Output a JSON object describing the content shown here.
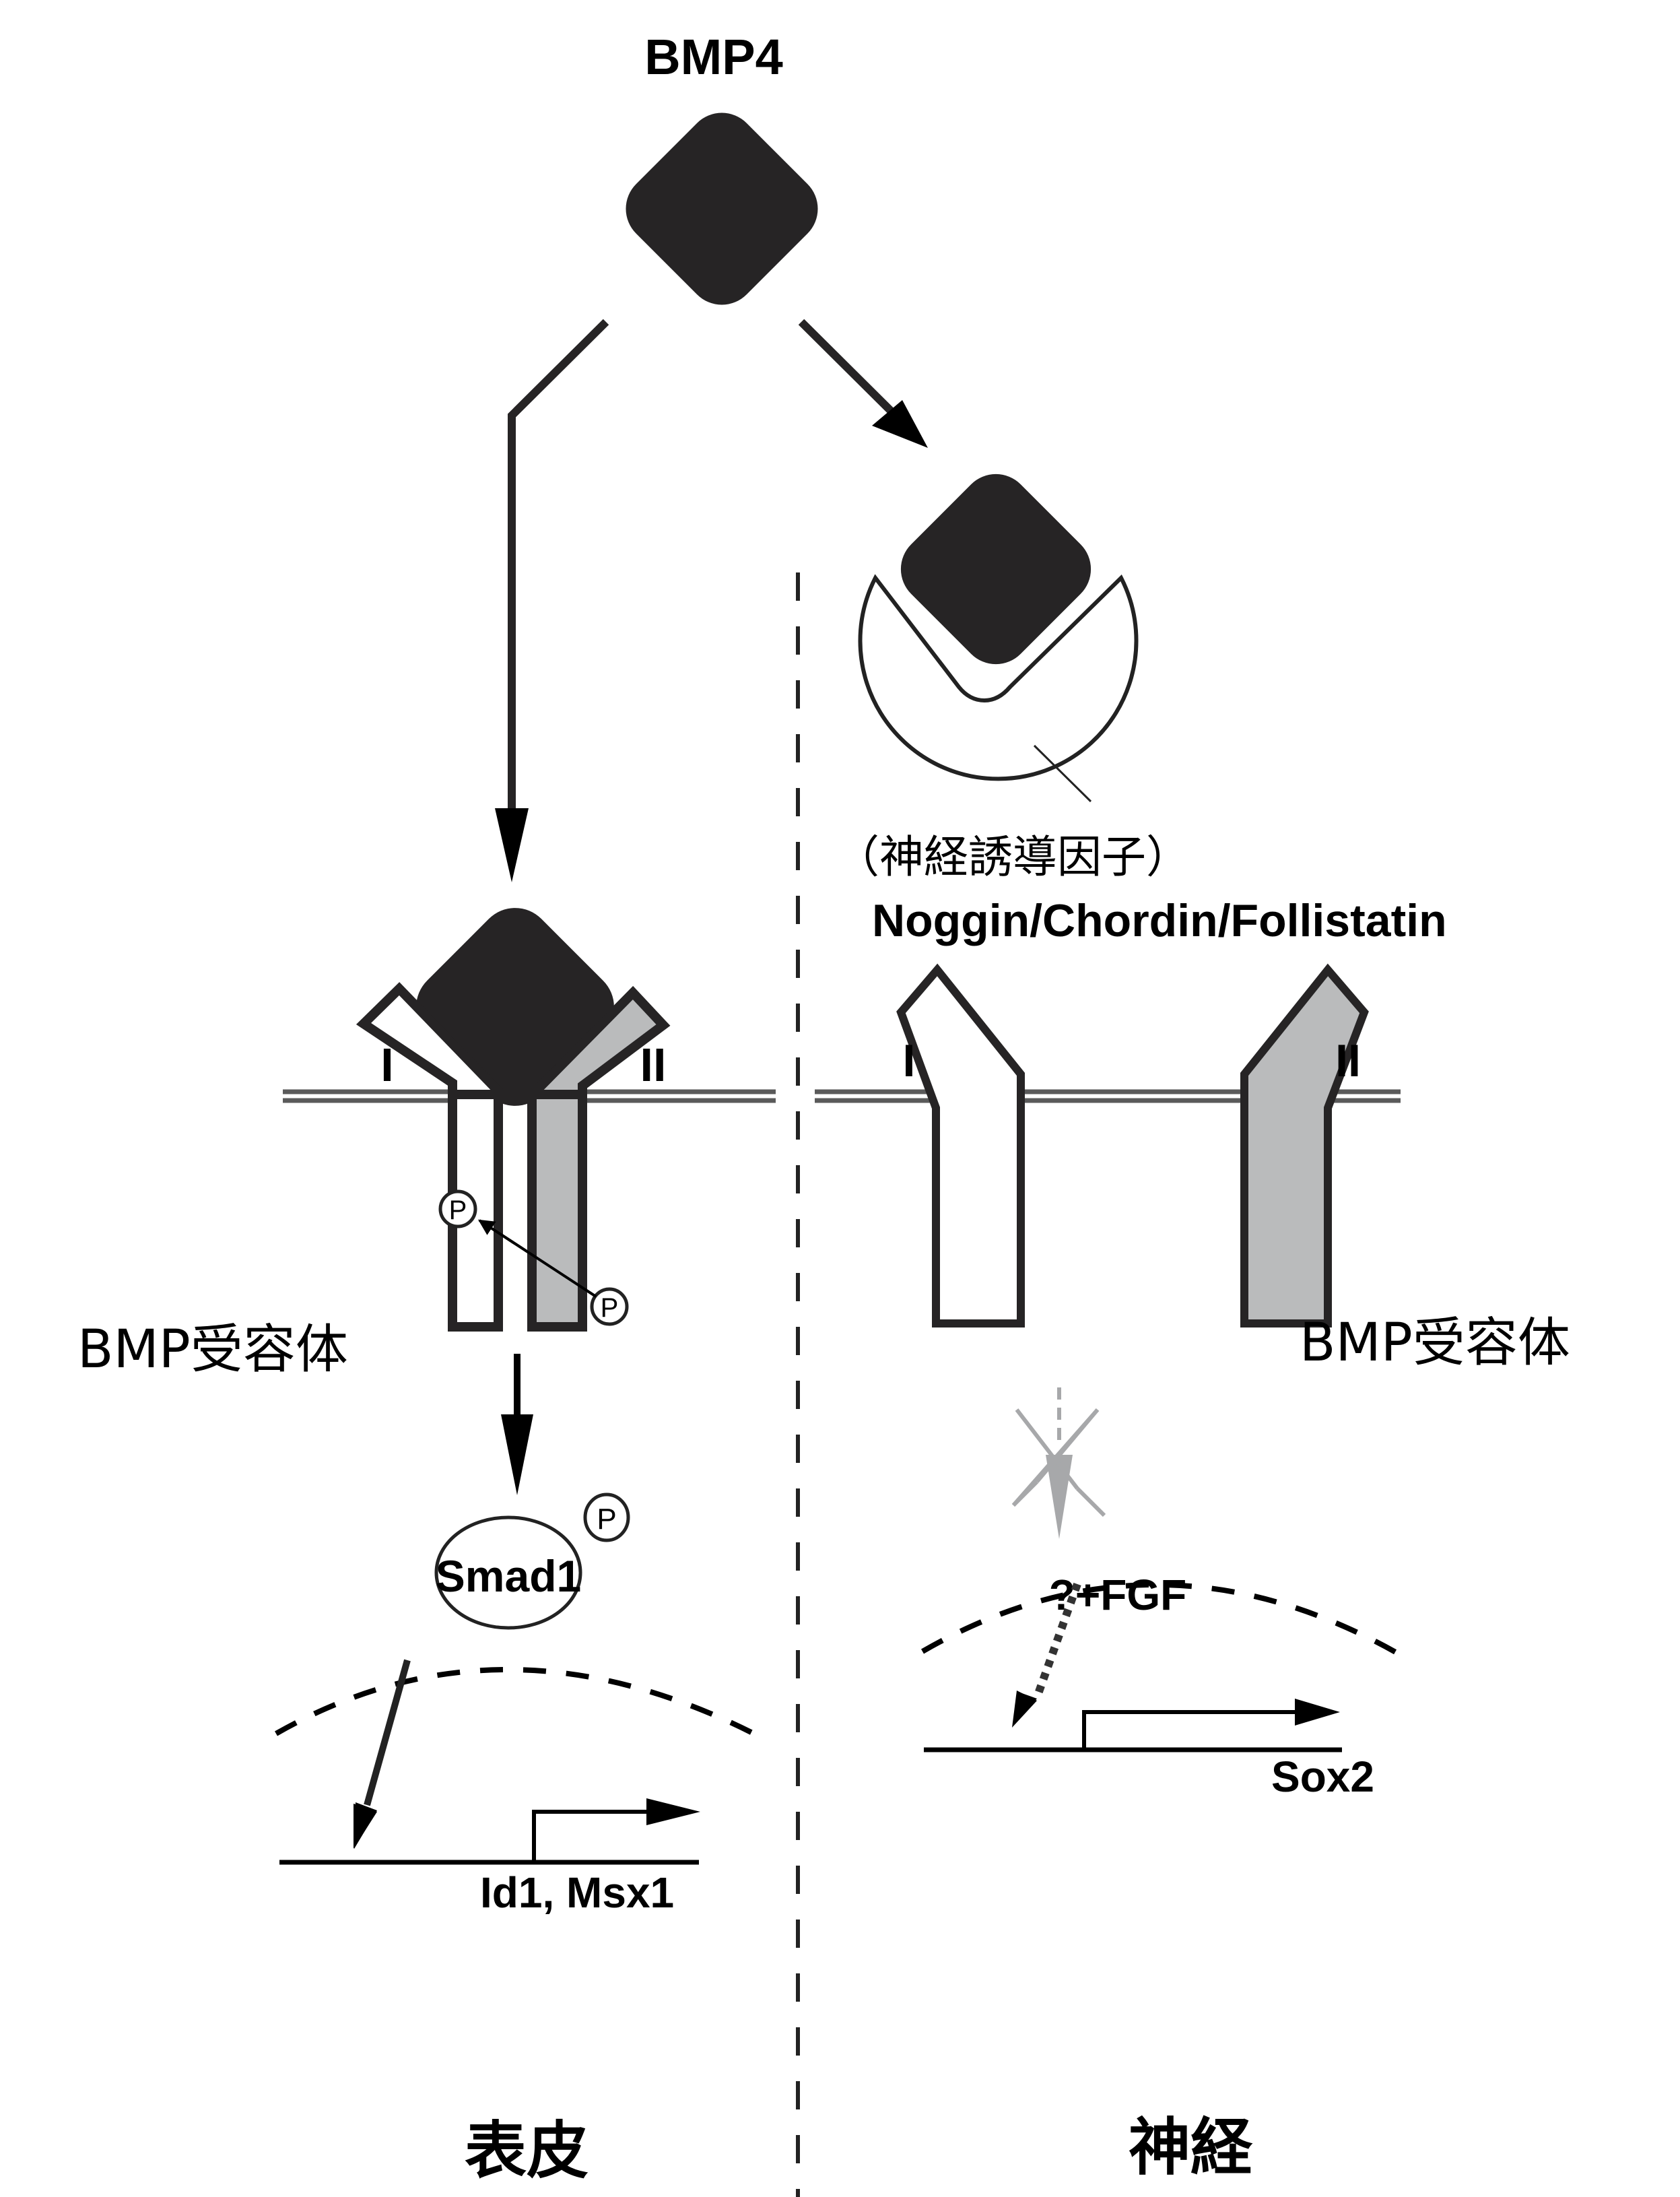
{
  "colors": {
    "ligand": "#262425",
    "receptor_type2_fill": "#babbbc",
    "membrane": "#5a5a5a",
    "blocked_arrow": "#a7a8aa",
    "line": "#222222"
  },
  "labels": {
    "ligand": "BMP4",
    "inhibitor_jp": "（神経誘導因子）",
    "inhibitor_names": "Noggin/Chordin/Follistatin",
    "receptor_type1": "I",
    "receptor_type2": "II",
    "receptor_left": "BMP受容体",
    "receptor_right": "BMP受容体",
    "phospho": "P",
    "smad": "Smad1",
    "fgf": "?+FGF",
    "genes_left": "Id1, Msx1",
    "genes_right": "Sox2",
    "fate_left": "表皮",
    "fate_right": "神経"
  }
}
